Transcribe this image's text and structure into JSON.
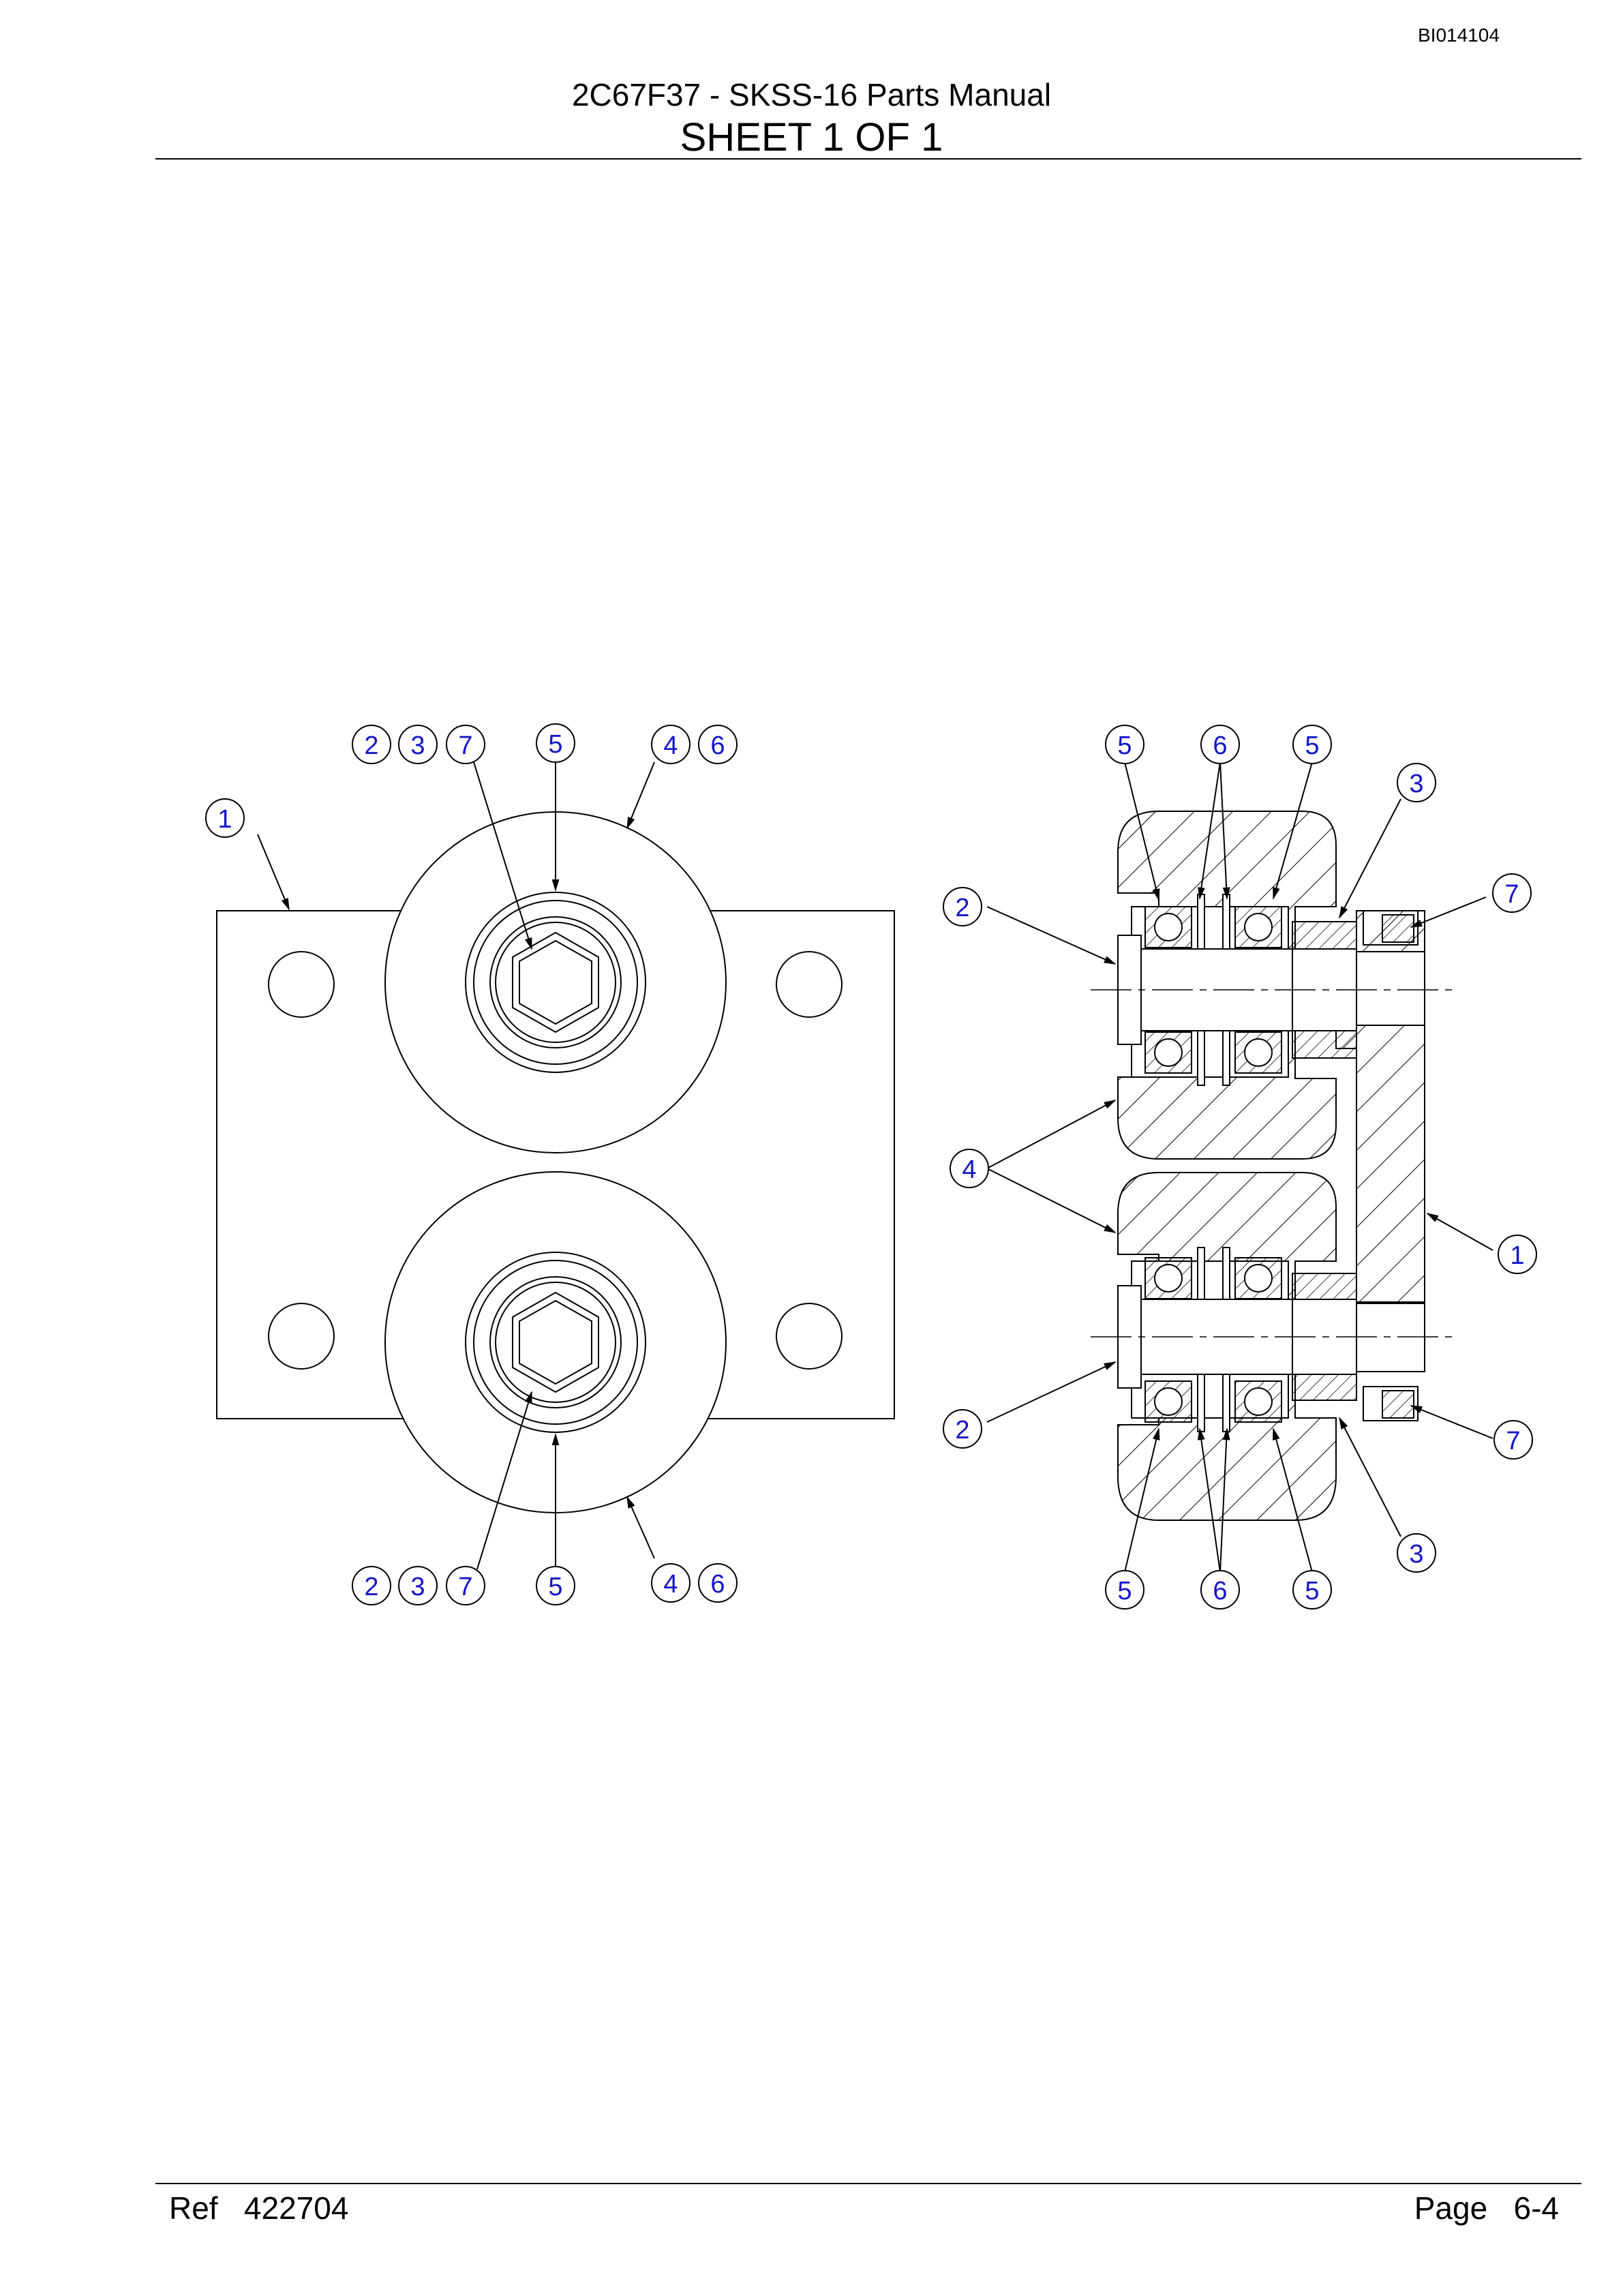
{
  "header": {
    "doc_id": "BI014104",
    "title": "2C67F37 - SKSS-16 Parts Manual",
    "sheet": "SHEET 1 OF 1"
  },
  "footer": {
    "ref": "Ref   422704",
    "page": "Page   6-4"
  },
  "balloon_color": "#1515c8",
  "callouts": {
    "front_top": [
      "2",
      "3",
      "7",
      "5",
      "4",
      "6"
    ],
    "front_left": "1",
    "front_bottom": [
      "2",
      "3",
      "7",
      "5",
      "4",
      "6"
    ],
    "section_top": [
      "5",
      "6",
      "5",
      "3",
      "7"
    ],
    "section_left": [
      "2",
      "4",
      "2"
    ],
    "section_right": [
      "1",
      "7",
      "3"
    ],
    "section_bottom": [
      "5",
      "6",
      "5"
    ]
  }
}
